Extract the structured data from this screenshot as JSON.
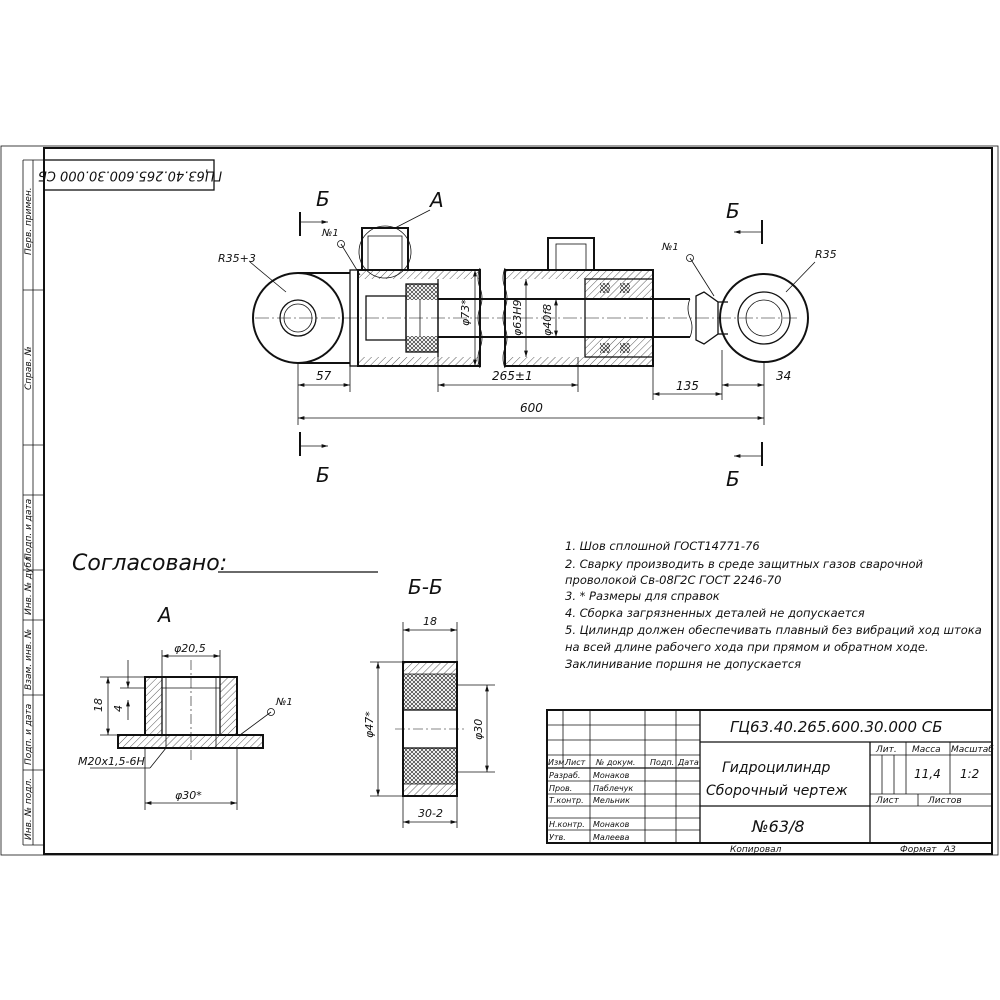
{
  "stamp_rotated": "ГЦ63.40.265.600.30.000 СБ",
  "side_labels": [
    "Перв. примен.",
    "Справ. №",
    "Подп. и дата",
    "Инв. № дубл.",
    "Взам. инв. №",
    "Подп. и дата",
    "Инв. № подл."
  ],
  "view": {
    "section_mark": "Б",
    "callout": "А",
    "r_left": "R35+3",
    "r_right": "R35",
    "weld_mark": "№1",
    "dim_57": "57",
    "dim_265": "265±1",
    "dim_600": "600",
    "dim_135": "135",
    "dim_34": "34",
    "dim_73": "φ73*",
    "dim_63": "φ63H9",
    "dim_40": "φ40f8"
  },
  "approval": {
    "label": "Согласовано:"
  },
  "notes": [
    "1. Шов сплошной  ГОСТ14771-76",
    "2. Сварку производить в среде защитных газов сварочной",
    "проволокой Св-08Г2С  ГОСТ 2246-70",
    "3. * Размеры для справок",
    "4. Сборка загрязненных деталей не допускается",
    "5. Цилиндр должен обеспечивать плавный без вибраций ход штока",
    "на всей длине рабочего хода при прямом и обратном ходе.",
    "Заклинивание поршня не допускается"
  ],
  "detail_a": {
    "title": "А",
    "d20": "φ20,5",
    "h18": "18",
    "h4": "4",
    "thread": "М20х1,5-6Н",
    "d30": "φ30*",
    "weld": "№1"
  },
  "section_bb": {
    "title": "Б-Б",
    "w18": "18",
    "d47": "φ47*",
    "d30": "φ30",
    "w30": "30-2"
  },
  "title_block": {
    "doc_number": "ГЦ63.40.265.600.30.000 СБ",
    "name_line1": "Гидроцилиндр",
    "name_line2": "Сборочный чертеж",
    "order": "№63/8",
    "col_lit": "Лит.",
    "col_mass": "Масса",
    "col_scale": "Масштаб",
    "mass": "11,4",
    "scale": "1:2",
    "sheet": "Лист",
    "sheets": "Листов",
    "hdr_izm": "Изм.",
    "hdr_list": "Лист",
    "hdr_doc": "№ докум.",
    "hdr_sign": "Подп.",
    "hdr_date": "Дата",
    "role_1": "Разраб.",
    "person_1": "Монаков",
    "role_2": "Пров.",
    "person_2": "Паблечук",
    "role_3": "Т.контр.",
    "person_3": "Мельник",
    "role_4": "Н.контр.",
    "person_4": "Монаков",
    "role_5": "Утв.",
    "person_5": "Малеева",
    "copied": "Копировал",
    "format_label": "Формат",
    "format": "А3"
  }
}
